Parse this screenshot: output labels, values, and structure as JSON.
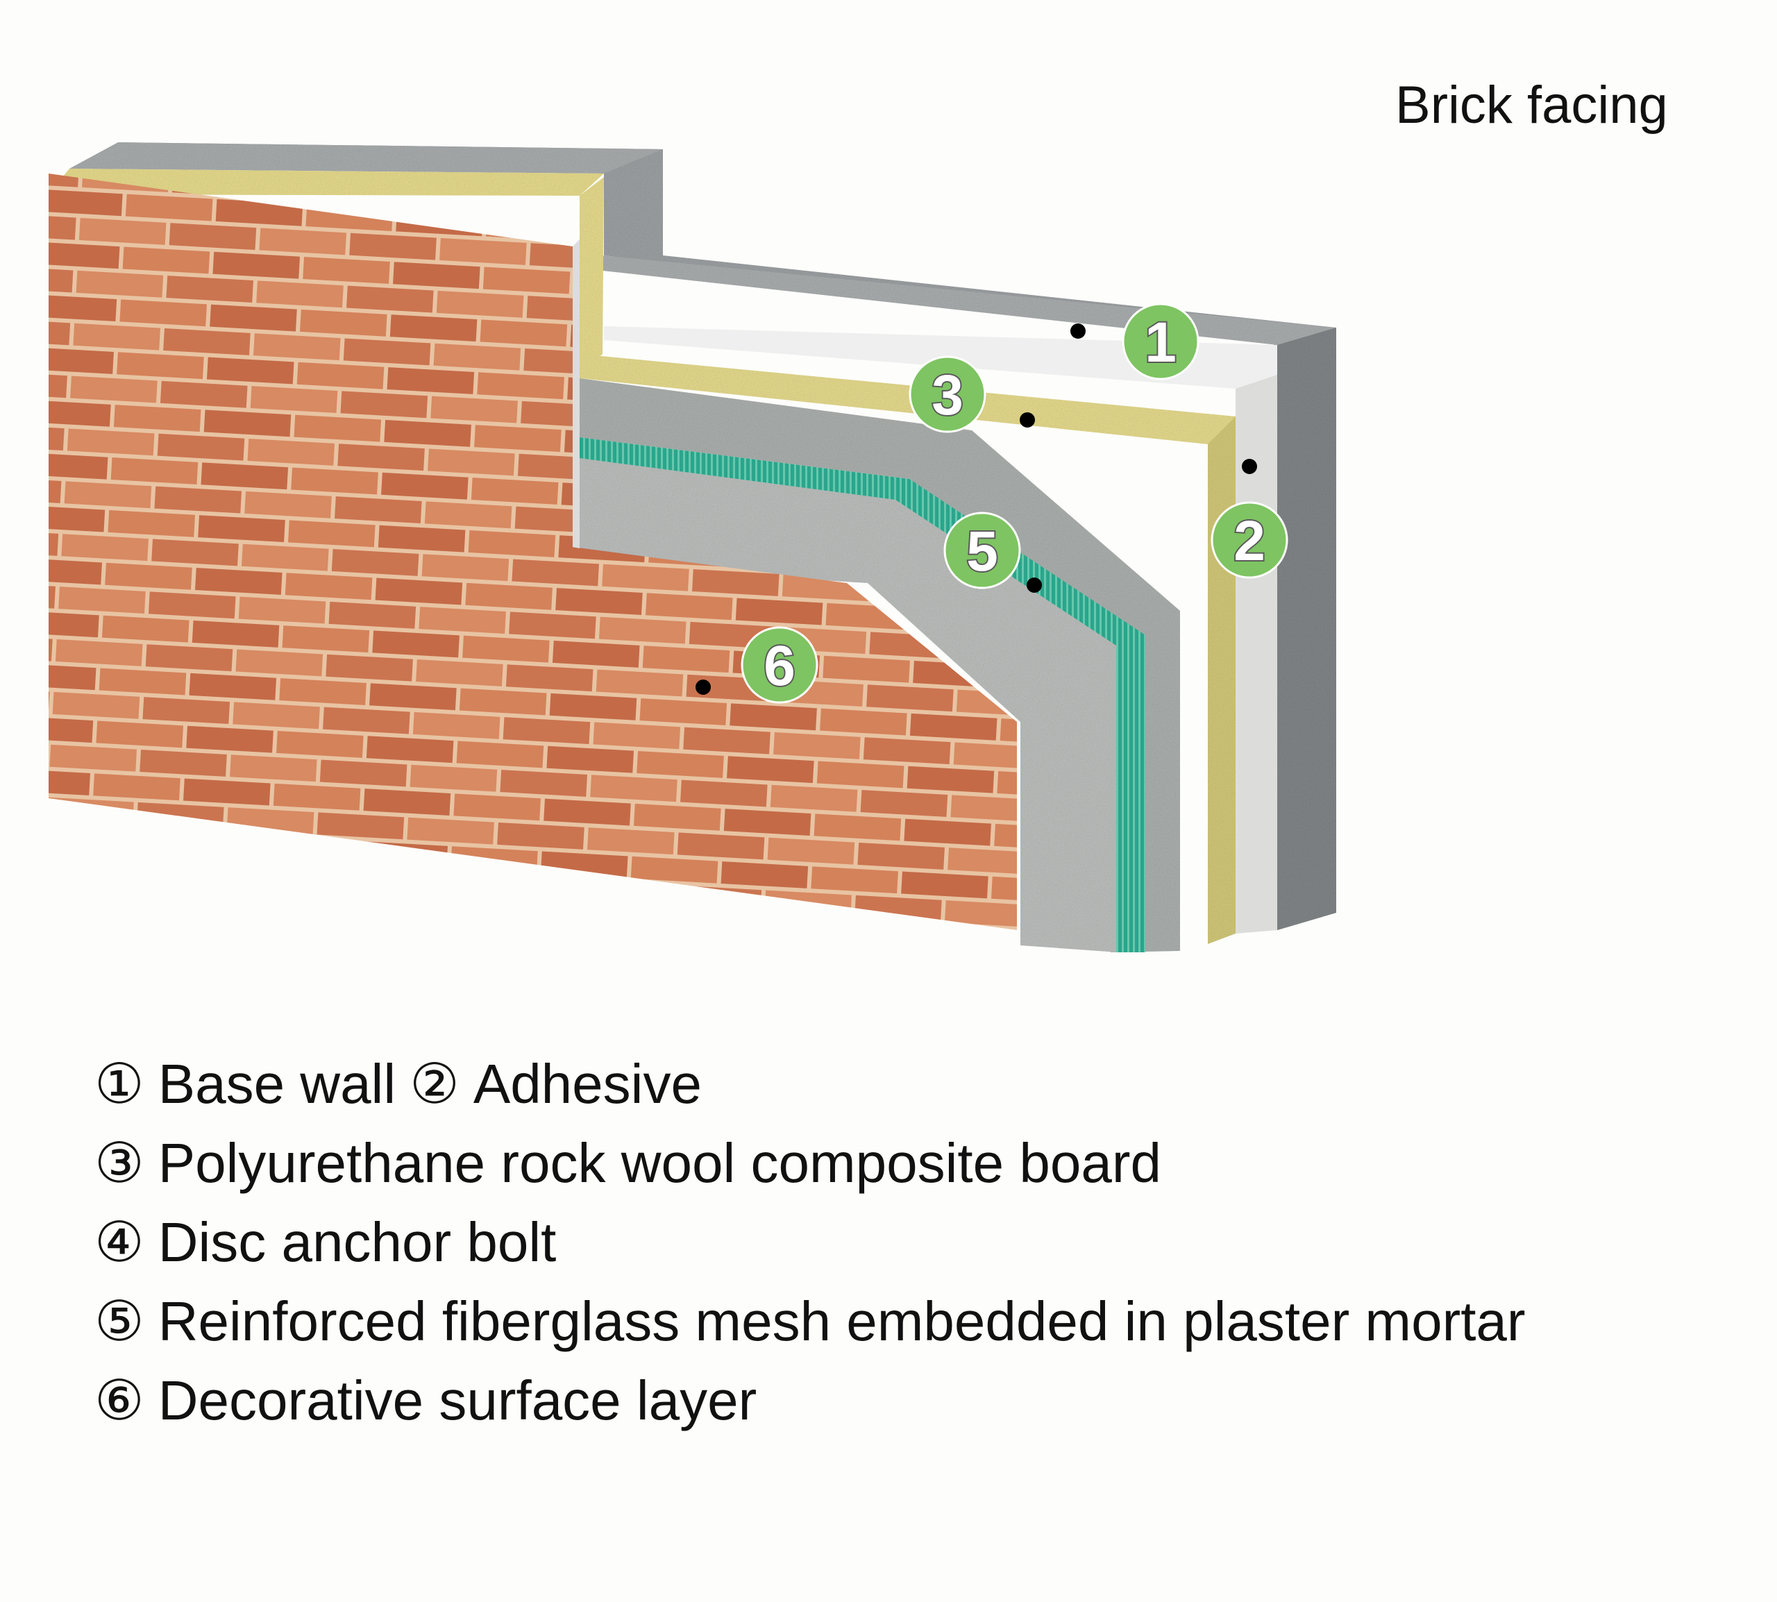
{
  "title": "Brick facing",
  "badges": [
    "1",
    "2",
    "3",
    "5",
    "6"
  ],
  "legend": [
    {
      "num": "①",
      "text": "Base wall",
      "num2": "②",
      "text2": "Adhesive"
    },
    {
      "num": "③",
      "text": "Polyurethane rock wool composite board"
    },
    {
      "num": "④",
      "text": "Disc anchor bolt"
    },
    {
      "num": "⑤",
      "text": "Reinforced fiberglass mesh embedded in plaster mortar"
    },
    {
      "num": "⑥",
      "text": "Decorative surface layer"
    }
  ],
  "colors": {
    "concrete": "#8e9294",
    "adhesive": "#ecedec",
    "rockwool": "#e4db8e",
    "plaster": "#b3b7b5",
    "mesh": "#29a48a",
    "brick": "#c9704d",
    "mortar": "#e9c6a8",
    "badge": "#7ec462"
  }
}
